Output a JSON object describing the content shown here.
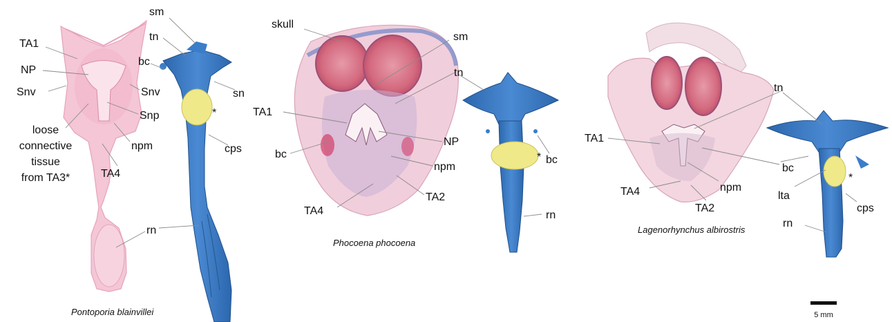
{
  "colors": {
    "pink_tissue": "#f4c6d6",
    "pink_edge": "#e7a3bd",
    "blue_model": "#3a7dc9",
    "blue_dark": "#2a5f9e",
    "yellow": "#efe98a",
    "eye_red": "#d97a8c",
    "stain_blue": "#8c9ed0",
    "leader": "#8a8a8a",
    "text": "#111111"
  },
  "panels": {
    "left": {
      "species": "Pontoporia blainvillei",
      "labels": {
        "sm": "sm",
        "tn": "tn",
        "TA1": "TA1",
        "NP": "NP",
        "bc": "bc",
        "sn": "sn",
        "Snv_left": "Snv",
        "Snv_right": "Snv",
        "Snp": "Snp",
        "asterisk": "*",
        "loose1": "loose",
        "loose2": "connective",
        "loose3": "tissue",
        "loose4": "from TA3*",
        "npm": "npm",
        "cps": "cps",
        "TA4": "TA4",
        "rn": "rn"
      }
    },
    "middle": {
      "species": "Phocoena phocoena",
      "labels": {
        "skull": "skull",
        "sm": "sm",
        "tn": "tn",
        "TA1": "TA1",
        "NP": "NP",
        "bc_left": "bc",
        "bc_right": "bc",
        "npm": "npm",
        "TA2": "TA2",
        "TA4": "TA4",
        "asterisk": "*",
        "rn": "rn"
      }
    },
    "right": {
      "species": "Lagenorhynchus albirostris",
      "labels": {
        "tn": "tn",
        "TA1": "TA1",
        "bc": "bc",
        "npm": "npm",
        "TA4": "TA4",
        "TA2": "TA2",
        "lta": "lta",
        "asterisk": "*",
        "cps": "cps",
        "rn": "rn"
      }
    }
  },
  "scale_bar": {
    "label": "5 mm"
  }
}
